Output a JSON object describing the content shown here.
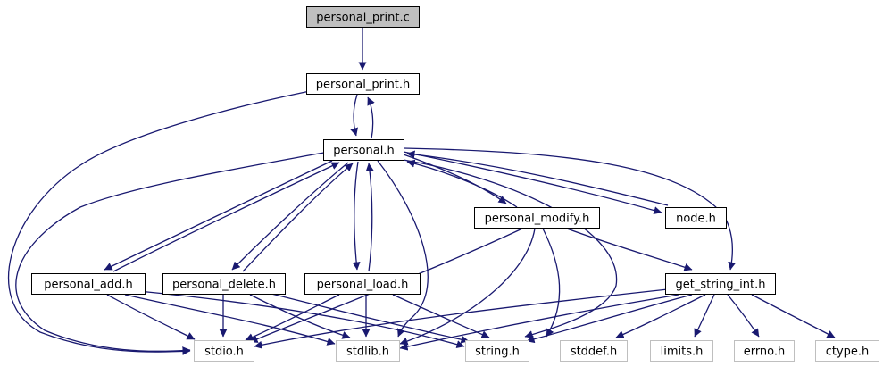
{
  "diagram": {
    "colors": {
      "edge": "#191970",
      "node_border": "#000000",
      "external_border": "#bfbfbf",
      "root_fill": "#bfbfbf",
      "node_fill": "#ffffff",
      "label": "#000000"
    },
    "nodes": [
      {
        "id": "personal_print_c",
        "label": "personal_print.c",
        "kind": "root"
      },
      {
        "id": "personal_print_h",
        "label": "personal_print.h",
        "kind": "header"
      },
      {
        "id": "personal_h",
        "label": "personal.h",
        "kind": "header"
      },
      {
        "id": "personal_modify_h",
        "label": "personal_modify.h",
        "kind": "header"
      },
      {
        "id": "node_h",
        "label": "node.h",
        "kind": "header"
      },
      {
        "id": "personal_add_h",
        "label": "personal_add.h",
        "kind": "header"
      },
      {
        "id": "personal_delete_h",
        "label": "personal_delete.h",
        "kind": "header"
      },
      {
        "id": "personal_load_h",
        "label": "personal_load.h",
        "kind": "header"
      },
      {
        "id": "get_string_int_h",
        "label": "get_string_int.h",
        "kind": "header"
      },
      {
        "id": "stdio_h",
        "label": "stdio.h",
        "kind": "external"
      },
      {
        "id": "stdlib_h",
        "label": "stdlib.h",
        "kind": "external"
      },
      {
        "id": "string_h",
        "label": "string.h",
        "kind": "external"
      },
      {
        "id": "stddef_h",
        "label": "stddef.h",
        "kind": "external"
      },
      {
        "id": "limits_h",
        "label": "limits.h",
        "kind": "external"
      },
      {
        "id": "errno_h",
        "label": "errno.h",
        "kind": "external"
      },
      {
        "id": "ctype_h",
        "label": "ctype.h",
        "kind": "external"
      }
    ],
    "edges": [
      {
        "from": "personal_print_c",
        "to": "personal_print_h"
      },
      {
        "from": "personal_print_h",
        "to": "personal_h"
      },
      {
        "from": "personal_print_h",
        "to": "stdio_h"
      },
      {
        "from": "personal_h",
        "to": "personal_print_h"
      },
      {
        "from": "personal_h",
        "to": "personal_add_h"
      },
      {
        "from": "personal_h",
        "to": "personal_delete_h"
      },
      {
        "from": "personal_h",
        "to": "personal_load_h"
      },
      {
        "from": "personal_h",
        "to": "personal_modify_h"
      },
      {
        "from": "personal_h",
        "to": "node_h"
      },
      {
        "from": "personal_h",
        "to": "get_string_int_h"
      },
      {
        "from": "personal_h",
        "to": "stdio_h"
      },
      {
        "from": "personal_h",
        "to": "stdlib_h"
      },
      {
        "from": "personal_h",
        "to": "string_h"
      },
      {
        "from": "personal_add_h",
        "to": "personal_h"
      },
      {
        "from": "personal_add_h",
        "to": "stdio_h"
      },
      {
        "from": "personal_add_h",
        "to": "stdlib_h"
      },
      {
        "from": "personal_add_h",
        "to": "string_h"
      },
      {
        "from": "personal_delete_h",
        "to": "personal_h"
      },
      {
        "from": "personal_delete_h",
        "to": "stdio_h"
      },
      {
        "from": "personal_delete_h",
        "to": "stdlib_h"
      },
      {
        "from": "personal_delete_h",
        "to": "string_h"
      },
      {
        "from": "personal_load_h",
        "to": "personal_h"
      },
      {
        "from": "personal_load_h",
        "to": "stdio_h"
      },
      {
        "from": "personal_load_h",
        "to": "stdlib_h"
      },
      {
        "from": "personal_load_h",
        "to": "string_h"
      },
      {
        "from": "personal_modify_h",
        "to": "personal_h"
      },
      {
        "from": "personal_modify_h",
        "to": "get_string_int_h"
      },
      {
        "from": "personal_modify_h",
        "to": "stdio_h"
      },
      {
        "from": "personal_modify_h",
        "to": "stdlib_h"
      },
      {
        "from": "personal_modify_h",
        "to": "string_h"
      },
      {
        "from": "node_h",
        "to": "personal_h"
      },
      {
        "from": "get_string_int_h",
        "to": "stdio_h"
      },
      {
        "from": "get_string_int_h",
        "to": "stdlib_h"
      },
      {
        "from": "get_string_int_h",
        "to": "string_h"
      },
      {
        "from": "get_string_int_h",
        "to": "stddef_h"
      },
      {
        "from": "get_string_int_h",
        "to": "limits_h"
      },
      {
        "from": "get_string_int_h",
        "to": "errno_h"
      },
      {
        "from": "get_string_int_h",
        "to": "ctype_h"
      }
    ]
  }
}
